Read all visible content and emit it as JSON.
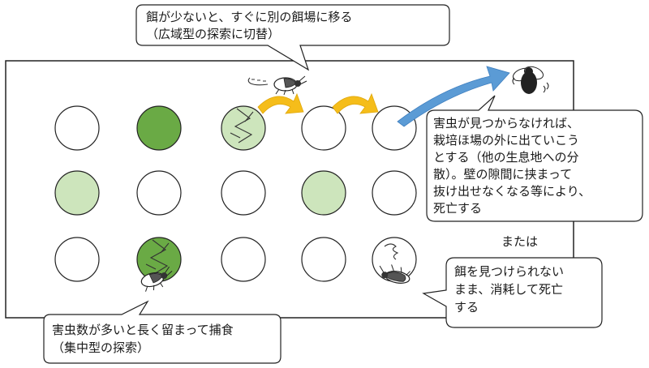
{
  "colors": {
    "dark_green": "#6aaa45",
    "light_green": "#cde5bc",
    "white": "#ffffff",
    "stroke": "#222222",
    "yellow_arrow": "#f5bd1a",
    "blue_arrow": "#5b9bd5"
  },
  "grid": {
    "rows": [
      [
        "white",
        "dark_green",
        "light_green_cracked",
        "white",
        "white"
      ],
      [
        "light_green",
        "white",
        "white",
        "light_green",
        "white"
      ],
      [
        "white",
        "dark_green_cracked",
        "white",
        "white",
        "white_squiggle"
      ]
    ]
  },
  "callouts": {
    "top": [
      "餌が少ないと、すぐに別の餌場に移る",
      "（広域型の探索に切替）"
    ],
    "bottom_left": [
      "害虫数が多いと長く留まって捕食",
      "（集中型の探索）"
    ],
    "right_upper": [
      "害虫が見つからなければ、",
      "栽培ほ場の外に出ていこう",
      "とする（他の生息地への分",
      "散）。壁の隙間に挟まって",
      "抜け出せなくなる等により、",
      "死亡する"
    ],
    "right_lower": [
      "餌を見つけられない",
      "まま、消耗して死亡",
      "する"
    ]
  },
  "or_label": "または",
  "icons": [
    "beetle-icon",
    "fly-icon",
    "motion-lines-icon"
  ]
}
